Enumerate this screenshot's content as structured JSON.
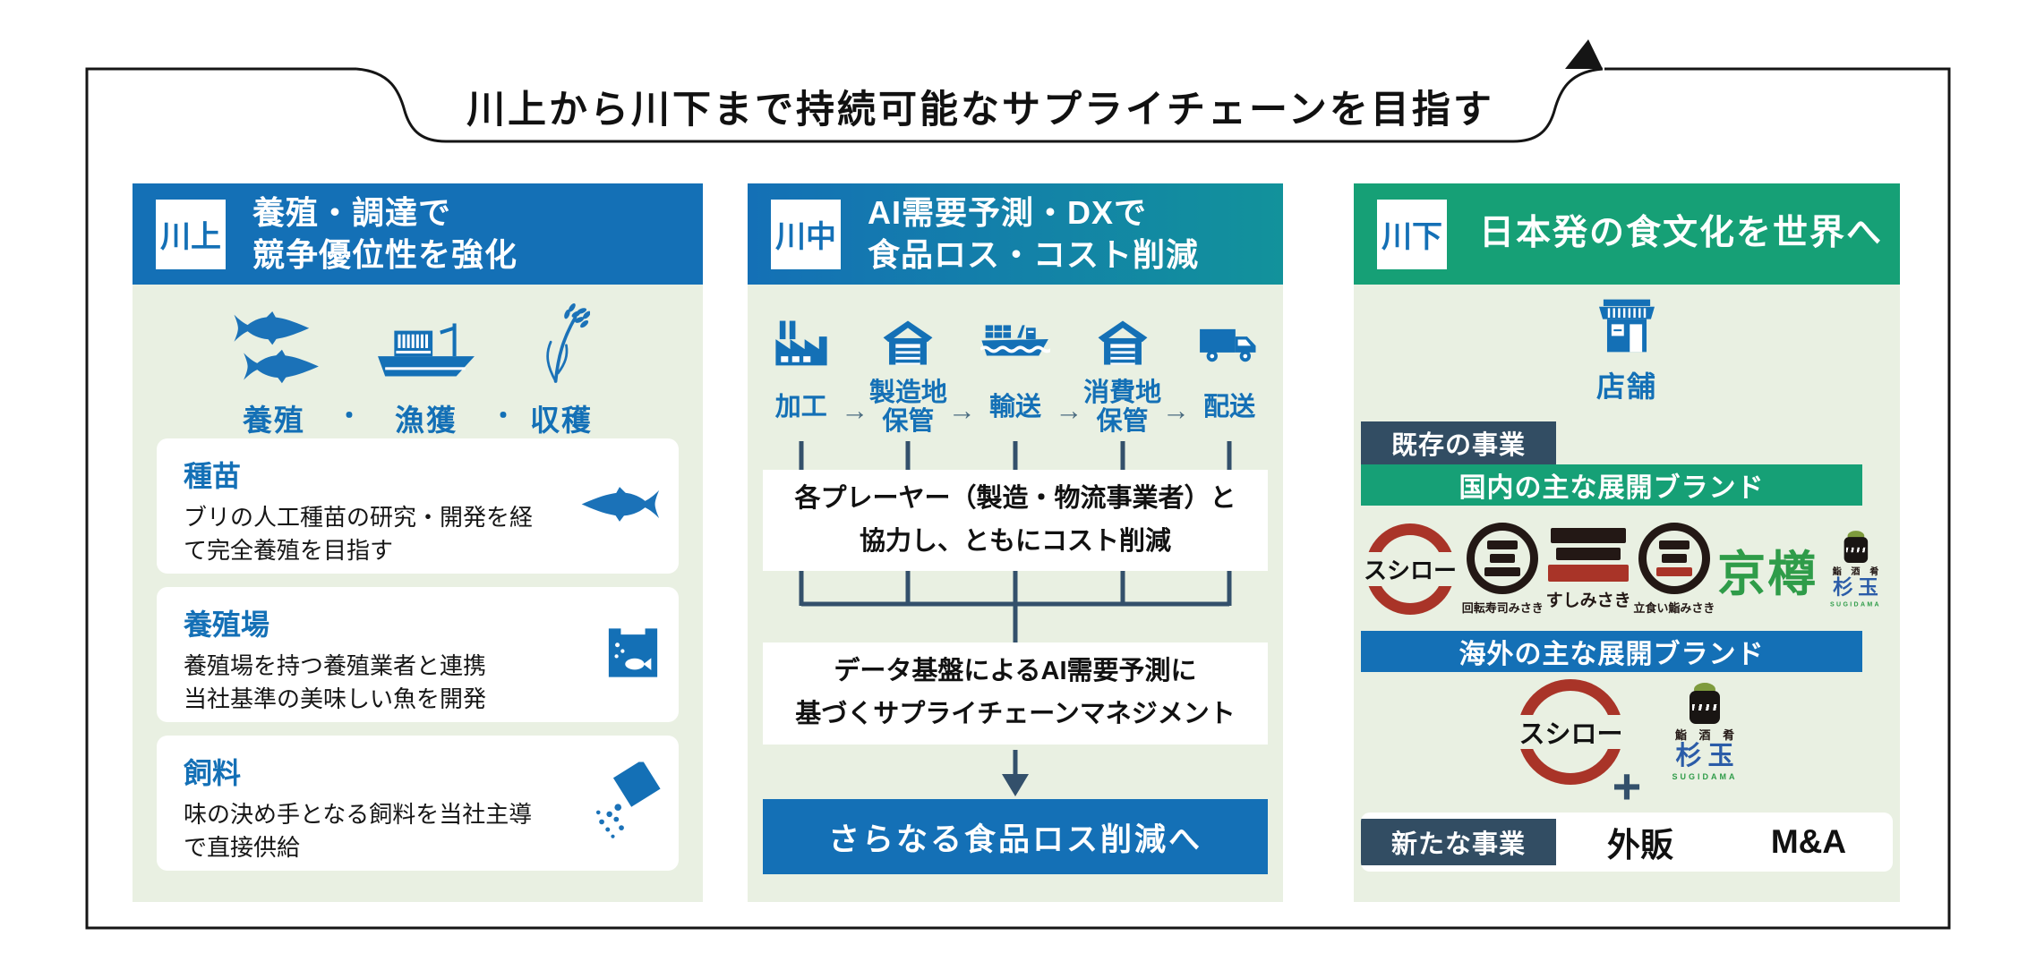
{
  "banner": {
    "title": "川上から川下まで持続可能なサプライチェーンを目指す"
  },
  "colors": {
    "blue": "#1470b6",
    "teal": "#12929b",
    "green": "#16a076",
    "navy": "#324d63",
    "connector": "#33506b",
    "panel_bg": "#e9f0e2",
    "sushiro_red": "#a93428",
    "kyotaru_green": "#2f9c49",
    "sugidama_blue": "#2b5ca8",
    "logo_black": "#231815"
  },
  "up": {
    "tag": "川上",
    "title1": "養殖・調達で",
    "title2": "競争優位性を強化",
    "sep": "・",
    "flow": [
      {
        "label": "養殖",
        "icon": "fish-pair-icon"
      },
      {
        "label": "漁獲",
        "icon": "fishing-boat-icon"
      },
      {
        "label": "収穫",
        "icon": "rice-plant-icon"
      }
    ],
    "cards": [
      {
        "title": "種苗",
        "line1": "ブリの人工種苗の研究・開発を経",
        "line2": "て完全養殖を目指す",
        "icon": "fish-icon"
      },
      {
        "title": "養殖場",
        "line1": "養殖場を持つ養殖業者と連携",
        "line2": "当社基準の美味しい魚を開発",
        "icon": "fish-tank-icon"
      },
      {
        "title": "飼料",
        "line1": "味の決め手となる飼料を当社主導",
        "line2": "で直接供給",
        "icon": "feed-bag-icon"
      }
    ]
  },
  "mid": {
    "tag": "川中",
    "title1": "AI需要予測・DXで",
    "title2": "食品ロス・コスト削減",
    "arrow": "→",
    "stages": [
      {
        "line1": "加工",
        "icon": "factory-icon"
      },
      {
        "line1": "製造地",
        "line2": "保管",
        "icon": "warehouse-icon"
      },
      {
        "line1": "輸送",
        "icon": "container-ship-icon"
      },
      {
        "line1": "消費地",
        "line2": "保管",
        "icon": "warehouse-icon"
      },
      {
        "line1": "配送",
        "icon": "truck-icon"
      }
    ],
    "note1_line1": "各プレーヤー（製造・物流事業者）と",
    "note1_line2": "協力し、ともにコスト削減",
    "note2_line1": "データ基盤によるAI需要予測に",
    "note2_line2": "基づくサプライチェーンマネジメント",
    "goal": "さらなる食品ロス削減へ"
  },
  "down": {
    "tag": "川下",
    "title": "日本発の食文化を世界へ",
    "store_label": "店舗",
    "store_icon": "storefront-icon",
    "existing_label": "既存の事業",
    "domestic_band": "国内の主な展開ブランド",
    "overseas_band": "海外の主な展開ブランド",
    "brands": {
      "sushiro": "スシロー",
      "misaki1_caption": "回転寿司みさき",
      "sushimisaki_caption": "すしみさき",
      "misaki2_caption": "立食い鮨みさき",
      "kyotaru": "京樽",
      "sugidama_sub": "鮨 酒 肴",
      "sugidama_name": "杉玉",
      "sugidama_romaji": "SUGIDAMA"
    },
    "overseas": {
      "sushiro": "スシロー",
      "sugidama_sub": "鮨 酒 肴",
      "sugidama_name": "杉玉",
      "sugidama_romaji": "SUGIDAMA"
    },
    "plus": "+",
    "new_label": "新たな事業",
    "new_items": [
      "外販",
      "M&A"
    ]
  }
}
